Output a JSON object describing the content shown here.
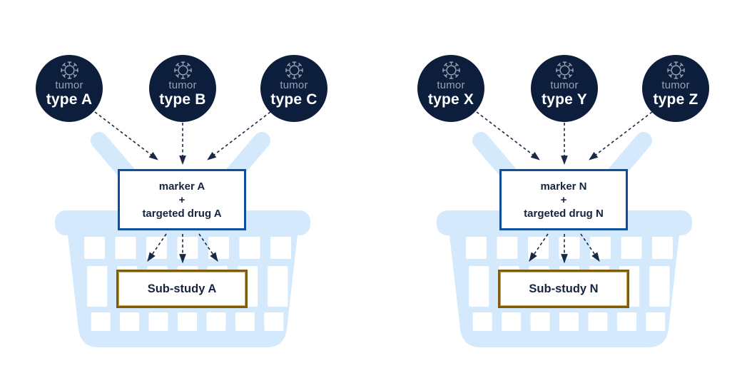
{
  "colors": {
    "background": "#ffffff",
    "circle_fill": "#0d1e3c",
    "circle_secondary_text": "#97a1b4",
    "circle_primary_text": "#ffffff",
    "marker_box_border": "#0d4f9c",
    "substudy_box_border": "#7d5c10",
    "box_text": "#16243f",
    "basket_blue": "#d5e9fc",
    "arrow": "#1b2a44"
  },
  "icons": {
    "tumor_cell": "tumor-cell-icon"
  },
  "baskets": [
    {
      "tumor_types": [
        {
          "small": "tumor",
          "label": "type A"
        },
        {
          "small": "tumor",
          "label": "type B"
        },
        {
          "small": "tumor",
          "label": "type C"
        }
      ],
      "marker_box": {
        "line1": "marker A",
        "line2": "+",
        "line3": "targeted drug A"
      },
      "substudy": "Sub-study A"
    },
    {
      "tumor_types": [
        {
          "small": "tumor",
          "label": "type X"
        },
        {
          "small": "tumor",
          "label": "type Y"
        },
        {
          "small": "tumor",
          "label": "type Z"
        }
      ],
      "marker_box": {
        "line1": "marker N",
        "line2": "+",
        "line3": "targeted drug N"
      },
      "substudy": "Sub-study N"
    }
  ]
}
